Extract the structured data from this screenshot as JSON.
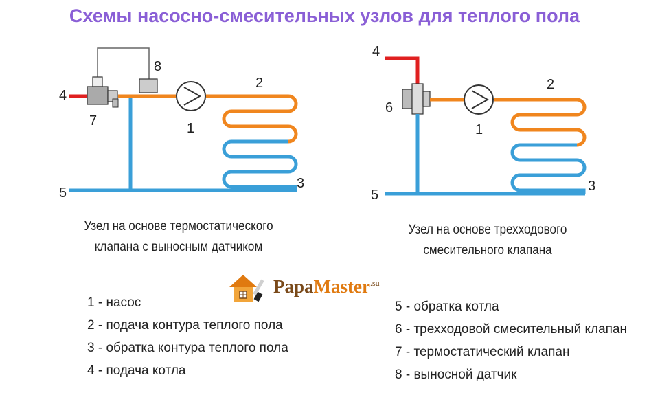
{
  "title": "Схемы насосно-смесительных узлов для теплого пола",
  "colors": {
    "title": "#8a5fd6",
    "supply": "#f0861e",
    "return": "#3a9fd8",
    "boiler_supply": "#e02020",
    "device": "#888888"
  },
  "left_diagram": {
    "labels": {
      "n4": "4",
      "n7": "7",
      "n8": "8",
      "n1": "1",
      "n2": "2",
      "n3": "3",
      "n5": "5"
    },
    "caption": [
      "Узел на основе термостатического",
      "клапана с выносным датчиком"
    ]
  },
  "right_diagram": {
    "labels": {
      "n4": "4",
      "n6": "6",
      "n1": "1",
      "n2": "2",
      "n3": "3",
      "n5": "5"
    },
    "caption": [
      "Узел на основе трехходового",
      "смесительного клапана"
    ]
  },
  "legend_left": [
    "1 - насос",
    "2 - подача контура теплого пола",
    "3 - обратка контура теплого пола",
    "4 - подача котла"
  ],
  "legend_right": [
    "5 - обратка котла",
    "6 - трехходовой смесительный клапан",
    "7 - термостатический клапан",
    "8 - выносной датчик"
  ],
  "logo": {
    "icon": "house-icon",
    "part1": "Papa",
    "part2": "Master",
    "suffix": ".su"
  }
}
